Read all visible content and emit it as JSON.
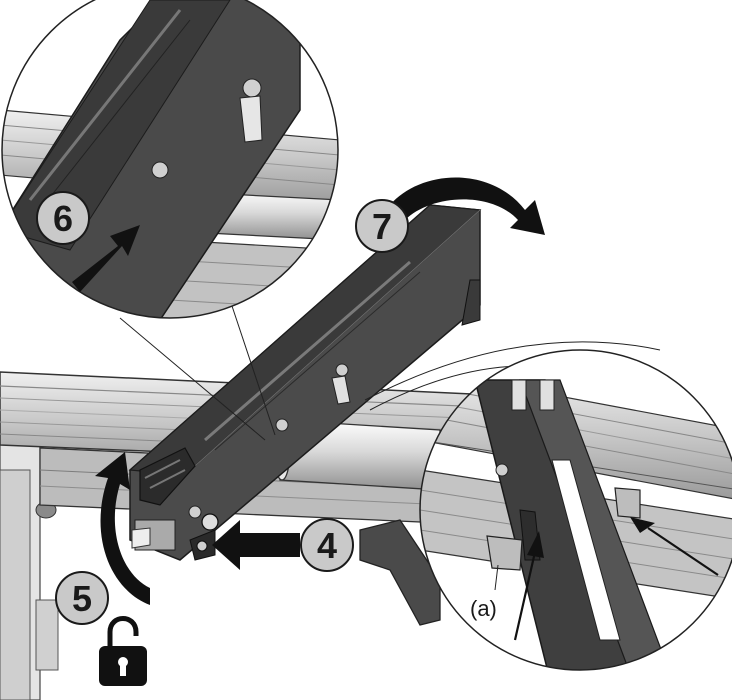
{
  "steps": [
    {
      "id": "step-4",
      "label": "4"
    },
    {
      "id": "step-5",
      "label": "5"
    },
    {
      "id": "step-6",
      "label": "6"
    },
    {
      "id": "step-7",
      "label": "7"
    }
  ],
  "callouts": {
    "a": "(a)"
  },
  "icons": {
    "unlock": "unlock-icon"
  },
  "colors": {
    "bar_dark": "#3d3d3d",
    "bar_face": "#5a5a5a",
    "rail_light": "#d7d7d7",
    "rail_mid": "#b9b9b9",
    "badge_fill": "#c9c9c9",
    "arrow": "#111111"
  }
}
